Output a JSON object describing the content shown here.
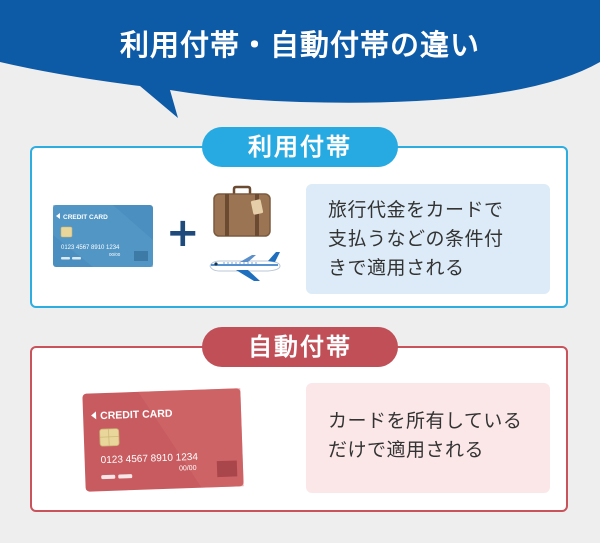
{
  "title": "利用付帯・自動付帯の違い",
  "usage": {
    "label": "利用付帯",
    "description_lines": [
      "旅行代金をカードで",
      "支払うなどの条件付",
      "きで適用される"
    ],
    "card": {
      "brand": "CREDIT CARD",
      "number": "0123 4567 8910 1234",
      "expiry": "00/00"
    },
    "plus_sign": "+",
    "icons": [
      "suitcase-icon",
      "airplane-icon"
    ]
  },
  "auto": {
    "label": "自動付帯",
    "description_lines": [
      "カードを所有している",
      "だけで適用される"
    ],
    "card": {
      "brand": "CREDIT CARD",
      "number": "0123 4567 8910 1234",
      "expiry": "00/00"
    }
  },
  "colors": {
    "banner": "#0d5aa7",
    "usage_accent": "#27a9e1",
    "auto_accent": "#c04f57",
    "background": "#eeeeee"
  }
}
